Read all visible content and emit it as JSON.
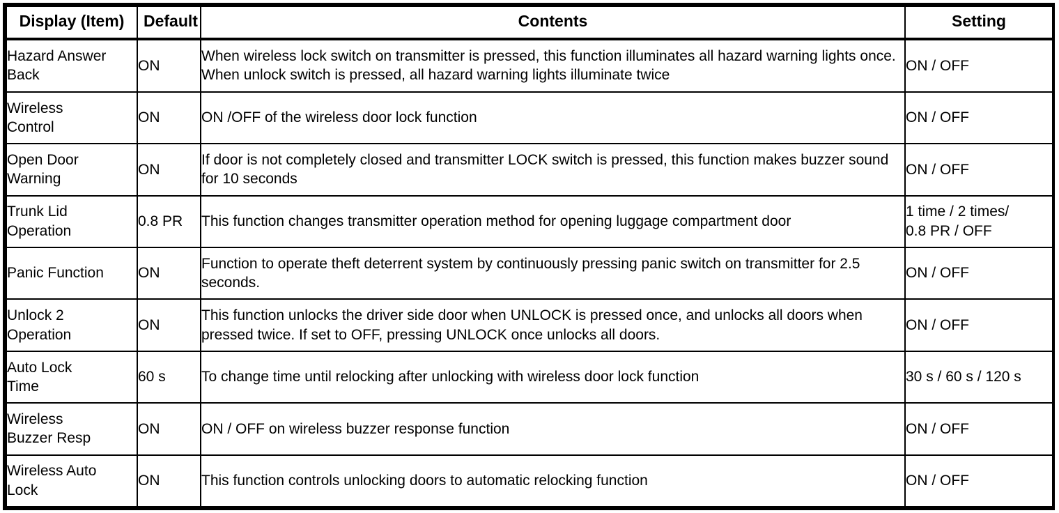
{
  "table": {
    "headers": {
      "item": "Display (Item)",
      "default": "Default",
      "contents": "Contents",
      "setting": "Setting"
    },
    "rows": [
      {
        "item_line1": "Hazard Answer",
        "item_line2": "Back",
        "default": "ON",
        "contents": "When wireless lock switch on transmitter is pressed, this function illuminates all hazard warning lights once. When unlock switch is pressed, all hazard warning lights illuminate twice",
        "setting_line1": "ON / OFF",
        "setting_line2": ""
      },
      {
        "item_line1": "Wireless",
        "item_line2": "Control",
        "default": "ON",
        "contents": "ON /OFF of the wireless door lock function",
        "setting_line1": "ON / OFF",
        "setting_line2": ""
      },
      {
        "item_line1": "Open Door",
        "item_line2": "Warning",
        "default": "ON",
        "contents": "If door is not completely closed and transmitter LOCK switch is pressed, this function makes buzzer sound for 10 seconds",
        "setting_line1": "ON / OFF",
        "setting_line2": ""
      },
      {
        "item_line1": "Trunk Lid",
        "item_line2": "Operation",
        "default": "0.8 PR",
        "contents": "This function changes transmitter operation method for opening luggage compartment door",
        "setting_line1": "1 time / 2 times/",
        "setting_line2": "0.8 PR / OFF"
      },
      {
        "item_line1": "Panic Function",
        "item_line2": "",
        "default": "ON",
        "contents": "Function to operate theft deterrent system by continuously pressing panic switch on transmitter for 2.5 seconds.",
        "setting_line1": "ON / OFF",
        "setting_line2": ""
      },
      {
        "item_line1": "Unlock 2",
        "item_line2": "Operation",
        "default": "ON",
        "contents": "This function unlocks the driver side door when UNLOCK is pressed once, and unlocks all doors when pressed twice. If set to OFF, pressing UNLOCK once unlocks all doors.",
        "setting_line1": "ON / OFF",
        "setting_line2": ""
      },
      {
        "item_line1": "Auto Lock",
        "item_line2": "Time",
        "default": "60 s",
        "contents": "To change time until relocking after unlocking with wireless door lock function",
        "setting_line1": "30 s / 60 s / 120 s",
        "setting_line2": ""
      },
      {
        "item_line1": "Wireless",
        "item_line2": "Buzzer Resp",
        "default": "ON",
        "contents": "ON / OFF on wireless buzzer response function",
        "setting_line1": "ON / OFF",
        "setting_line2": ""
      },
      {
        "item_line1": "Wireless Auto",
        "item_line2": "Lock",
        "default": "ON",
        "contents": "This function controls unlocking doors to automatic relocking function",
        "setting_line1": "ON / OFF",
        "setting_line2": ""
      }
    ]
  },
  "colors": {
    "border": "#000000",
    "text": "#000000",
    "background": "#ffffff"
  }
}
